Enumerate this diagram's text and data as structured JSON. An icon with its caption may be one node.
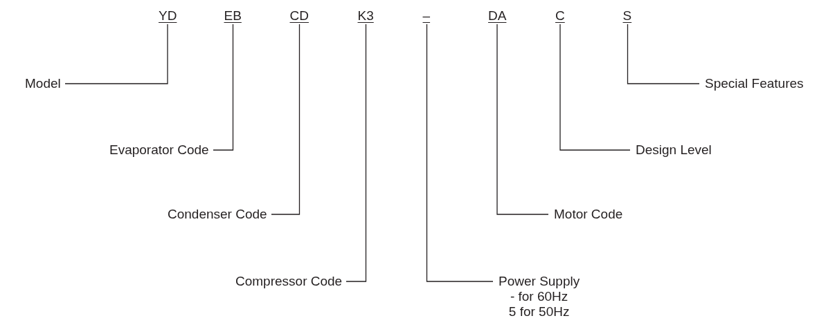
{
  "diagram": {
    "nodes": [
      {
        "text": [
          "YD"
        ]
      },
      {
        "text": [
          "EB"
        ]
      },
      {
        "text": [
          "CD"
        ]
      },
      {
        "text": [
          "K3"
        ]
      },
      {
        "text": [
          "–"
        ]
      },
      {
        "text": [
          "DA"
        ]
      },
      {
        "text": [
          "C"
        ]
      },
      {
        "text": [
          "S"
        ]
      },
      {
        "text": [
          "Model"
        ]
      },
      {
        "text": [
          "Special Features"
        ]
      },
      {
        "text": [
          "Evaporator Code"
        ]
      },
      {
        "text": [
          "Design Level"
        ]
      },
      {
        "text": [
          "Condenser Code"
        ]
      },
      {
        "text": [
          "Motor Code"
        ]
      },
      {
        "text": [
          "Compressor Code"
        ]
      },
      {
        "text": [
          "Power Supply",
          "- for 60Hz",
          "5 for 50Hz"
        ]
      }
    ],
    "edges": [
      {
        "from": 0,
        "to": 8,
        "arrow": "none"
      },
      {
        "from": 7,
        "to": 9,
        "arrow": "none"
      },
      {
        "from": 1,
        "to": 10,
        "arrow": "none"
      },
      {
        "from": 6,
        "to": 11,
        "arrow": "none"
      },
      {
        "from": 2,
        "to": 12,
        "arrow": "none"
      },
      {
        "from": 5,
        "to": 13,
        "arrow": "none"
      },
      {
        "from": 3,
        "to": 14,
        "arrow": "none"
      },
      {
        "from": 4,
        "to": 15,
        "arrow": "none"
      }
    ]
  }
}
